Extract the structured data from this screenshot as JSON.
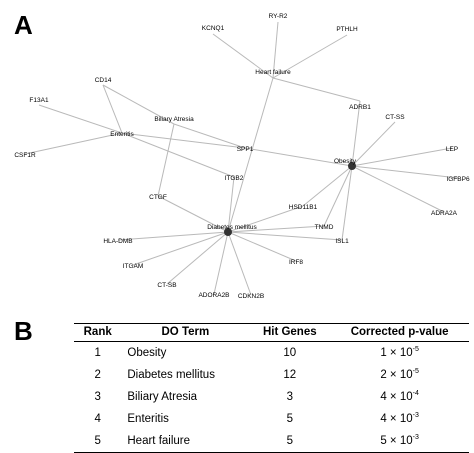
{
  "panel_a_label": "A",
  "panel_b_label": "B",
  "network": {
    "nodes": [
      {
        "id": "KCNQ1",
        "label": "KCNQ1"
      },
      {
        "id": "RY-R2",
        "label": "RY-R2"
      },
      {
        "id": "PTHLH",
        "label": "PTHLH"
      },
      {
        "id": "Heart failure",
        "label": "Heart failure",
        "hub": true
      },
      {
        "id": "ADRB1",
        "label": "ADRB1"
      },
      {
        "id": "CD14",
        "label": "CD14"
      },
      {
        "id": "F13A1",
        "label": "F13A1"
      },
      {
        "id": "Biliary Atresia",
        "label": "Biliary Atresia",
        "hub": true
      },
      {
        "id": "Enteritis",
        "label": "Enteritis",
        "hub": true
      },
      {
        "id": "CSF1R",
        "label": "CSF1R"
      },
      {
        "id": "SPP1",
        "label": "SPP1"
      },
      {
        "id": "CT-SS",
        "label": "CT-SS"
      },
      {
        "id": "LEP",
        "label": "LEP"
      },
      {
        "id": "Obesity",
        "label": "Obesity",
        "hub": true
      },
      {
        "id": "IGFBP6",
        "label": "IGFBP6"
      },
      {
        "id": "ITGB2",
        "label": "ITGB2"
      },
      {
        "id": "ADRA2A",
        "label": "ADRA2A"
      },
      {
        "id": "CTGF",
        "label": "CTGF"
      },
      {
        "id": "HSD11B1",
        "label": "HSD11B1"
      },
      {
        "id": "TNMD",
        "label": "TNMD"
      },
      {
        "id": "Diabetes mellitus",
        "label": "Diabetes mellitus",
        "hub": true
      },
      {
        "id": "ISL1",
        "label": "ISL1"
      },
      {
        "id": "HLA-DMB",
        "label": "HLA-DMB"
      },
      {
        "id": "ITGAM",
        "label": "ITGAM"
      },
      {
        "id": "IRF8",
        "label": "IRF8"
      },
      {
        "id": "CT-SB",
        "label": "CT-SB"
      },
      {
        "id": "ADORA2B",
        "label": "ADORA2B"
      },
      {
        "id": "CDKN2B",
        "label": "CDKN2B"
      }
    ],
    "edges": [
      [
        "Heart failure",
        "KCNQ1"
      ],
      [
        "Heart failure",
        "RY-R2"
      ],
      [
        "Heart failure",
        "PTHLH"
      ],
      [
        "Heart failure",
        "ADRB1"
      ],
      [
        "Heart failure",
        "Diabetes mellitus"
      ],
      [
        "Biliary Atresia",
        "CD14"
      ],
      [
        "Biliary Atresia",
        "SPP1"
      ],
      [
        "Biliary Atresia",
        "CTGF"
      ],
      [
        "Enteritis",
        "CD14"
      ],
      [
        "Enteritis",
        "F13A1"
      ],
      [
        "Enteritis",
        "CSF1R"
      ],
      [
        "Enteritis",
        "SPP1"
      ],
      [
        "Enteritis",
        "ITGB2"
      ],
      [
        "Obesity",
        "ADRB1"
      ],
      [
        "Obesity",
        "CT-SS"
      ],
      [
        "Obesity",
        "LEP"
      ],
      [
        "Obesity",
        "IGFBP6"
      ],
      [
        "Obesity",
        "ADRA2A"
      ],
      [
        "Obesity",
        "ISL1"
      ],
      [
        "Obesity",
        "TNMD"
      ],
      [
        "Obesity",
        "HSD11B1"
      ],
      [
        "Obesity",
        "SPP1"
      ],
      [
        "Diabetes mellitus",
        "ITGB2"
      ],
      [
        "Diabetes mellitus",
        "CTGF"
      ],
      [
        "Diabetes mellitus",
        "HSD11B1"
      ],
      [
        "Diabetes mellitus",
        "TNMD"
      ],
      [
        "Diabetes mellitus",
        "ISL1"
      ],
      [
        "Diabetes mellitus",
        "HLA-DMB"
      ],
      [
        "Diabetes mellitus",
        "ITGAM"
      ],
      [
        "Diabetes mellitus",
        "CT-SB"
      ],
      [
        "Diabetes mellitus",
        "ADORA2B"
      ],
      [
        "Diabetes mellitus",
        "CDKN2B"
      ],
      [
        "Diabetes mellitus",
        "IRF8"
      ]
    ]
  },
  "table": {
    "headers": [
      "Rank",
      "DO Term",
      "Hit Genes",
      "Corrected p-value"
    ],
    "rows": [
      {
        "rank": "1",
        "term": "Obesity",
        "hits": "10",
        "p_base": "1 × 10",
        "p_exp": "-5"
      },
      {
        "rank": "2",
        "term": "Diabetes mellitus",
        "hits": "12",
        "p_base": "2 × 10",
        "p_exp": "-5"
      },
      {
        "rank": "3",
        "term": "Biliary Atresia",
        "hits": "3",
        "p_base": "4 × 10",
        "p_exp": "-4"
      },
      {
        "rank": "4",
        "term": "Enteritis",
        "hits": "5",
        "p_base": "4 × 10",
        "p_exp": "-3"
      },
      {
        "rank": "5",
        "term": "Heart failure",
        "hits": "5",
        "p_base": "5 × 10",
        "p_exp": "-3"
      }
    ]
  }
}
